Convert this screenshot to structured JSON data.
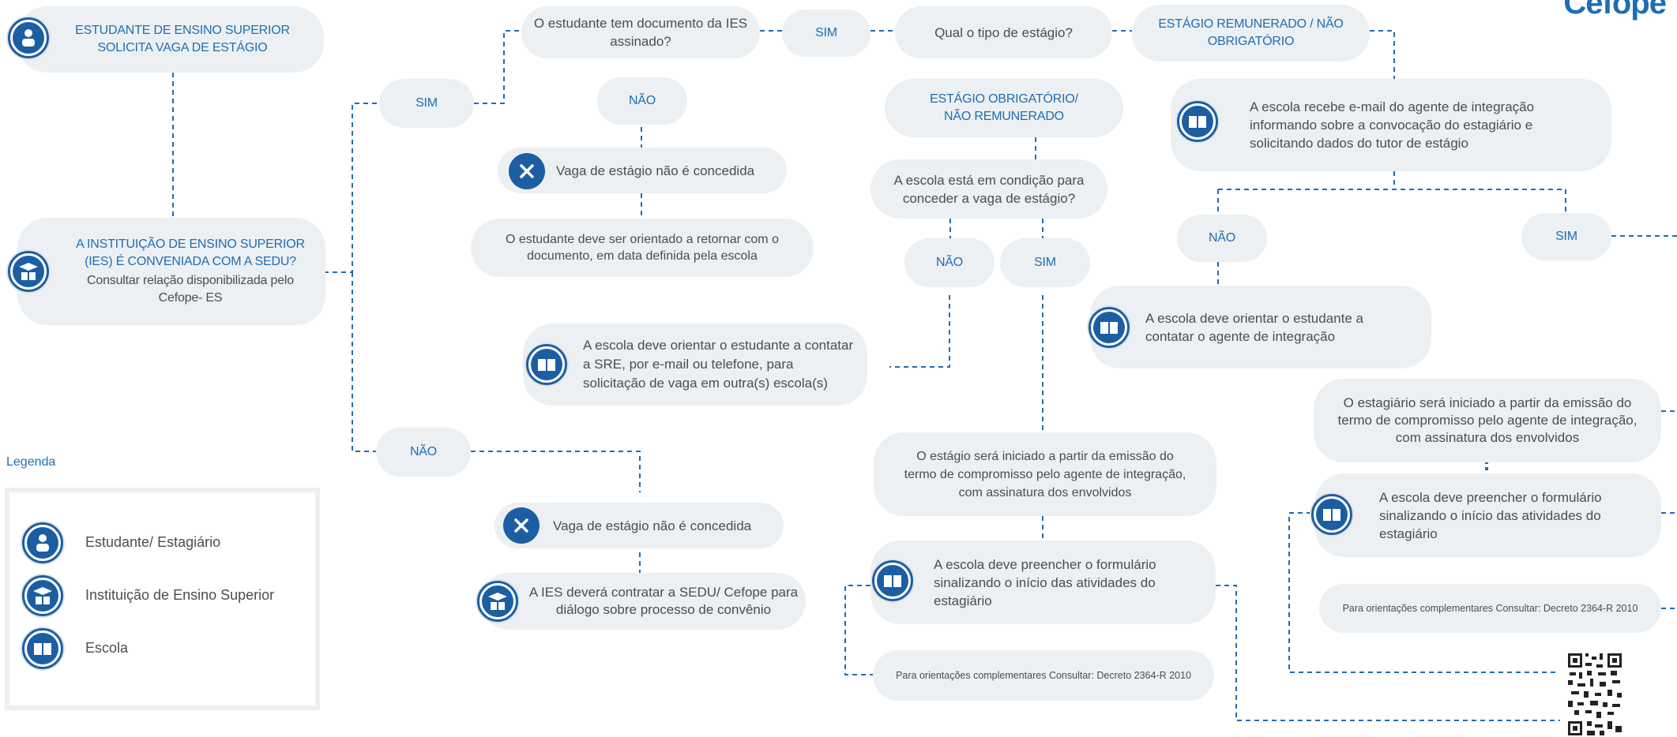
{
  "brand": "Cefope",
  "nodes": {
    "start": "ESTUDANTE DE ENSINO SUPERIOR SOLICITA VAGA DE ESTÁGIO",
    "ies_question": "A INSTITUIÇÃO DE ENSINO SUPERIOR (IES) É CONVENIADA COM A SEDU?",
    "ies_question_sub": "Consultar relação disponibilizada pelo Cefope- ES",
    "sim_1": "SIM",
    "nao_1": "NÃO",
    "doc_question": "O estudante tem documento da IES assinado?",
    "doc_nao": "NÃO",
    "denied_1": "Vaga de estágio não é concedida",
    "return_doc": "O estudante deve ser orientado a retornar com o documento, em data definida pela escola",
    "doc_sim": "SIM",
    "type_question": "Qual o tipo de estágio?",
    "obrigatorio": "ESTÁGIO OBRIGATÓRIO/ NÃO REMUNERADO",
    "remunerado": "ESTÁGIO REMUNERADO / NÃO OBRIGATÓRIO",
    "condition_question": "A escola está em condição para conceder a vaga de estágio?",
    "cond_nao": "NÃO",
    "cond_sim": "SIM",
    "sre": "A escola deve orientar o estudante a contatar a SRE, por e-mail ou telefone, para solicitação de vaga em outra(s) escola(s)",
    "start_mid": "O estágio será iniciado a partir da emissão do termo de compromisso pelo agente de integração, com assinatura dos envolvidos",
    "form_mid": "A escola deve preencher o formulário sinalizando o início das atividades do estagiário",
    "decree_mid": "Para orientações complementares Consultar: Decreto 2364-R 2010",
    "denied_2": "Vaga de estágio não é concedida",
    "ies_contact": "A IES deverá contratar a SEDU/ Cefope para diálogo sobre processo de convênio",
    "email_agent": "A escola recebe e-mail do agente de integração informando sobre a convocação do estagiário e solicitando dados do tutor de estágio",
    "rem_nao": "NÃO",
    "rem_sim": "SIM",
    "contact_agent": "A escola deve orientar o estudante a contatar o agente de integração",
    "start_right": "O estagiário será iniciado a partir da emissão do termo de compromisso pelo agente de integração, com assinatura dos envolvidos",
    "form_right": "A escola deve preencher o formulário sinalizando o início das atividades do estagiário",
    "decree_right": "Para orientações complementares Consultar: Decreto 2364-R 2010"
  },
  "legend": {
    "title": "Legenda",
    "student": "Estudante/ Estagiário",
    "institution": "Instituição de Ensino Superior",
    "school": "Escola"
  },
  "colors": {
    "accent": "#1c5ea2",
    "text_blue": "#1f6db3",
    "box_bg": "#edf0f2",
    "text_gray": "#4a4d52"
  }
}
